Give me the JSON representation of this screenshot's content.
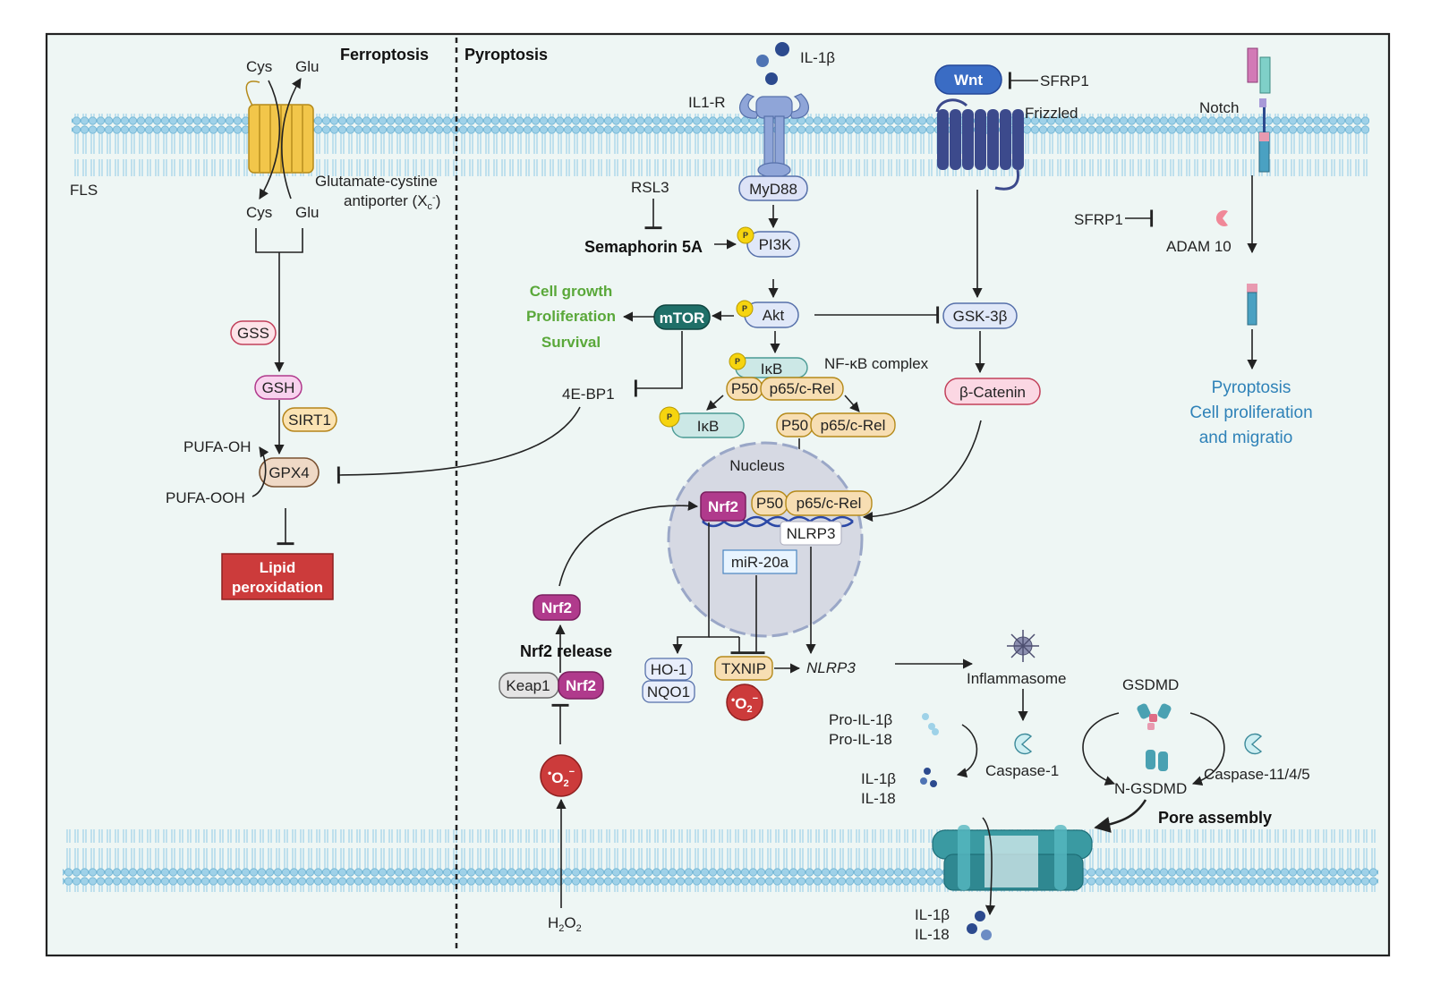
{
  "ferroptosis": {
    "heading": "Ferroptosis",
    "cell_label": "FLS",
    "cys_top": "Cys",
    "glu_top": "Glu",
    "cys_bottom": "Cys",
    "glu_bottom": "Glu",
    "antiporter_line1": "Glutamate-cystine",
    "antiporter_line2": "antiporter (X",
    "antiporter_sub": "c",
    "antiporter_sup": "-",
    "antiporter_end": ")",
    "gss": "GSS",
    "gsh": "GSH",
    "sirt1": "SIRT1",
    "gpx4": "GPX4",
    "pufa_oh": "PUFA-OH",
    "pufa_ooh": "PUFA-OOH",
    "lipid_line1": "Lipid",
    "lipid_line2": "peroxidation",
    "e4bp1": "4E-BP1"
  },
  "pyroptosis": {
    "heading": "Pyroptosis",
    "il1b": "IL-1β",
    "il1r": "IL1-R",
    "myd88": "MyD88",
    "rsl3": "RSL3",
    "sema5a": "Semaphorin 5A",
    "pi3k": "PI3K",
    "akt": "Akt",
    "mtor": "mTOR",
    "growth1": "Cell growth",
    "growth2": "Proliferation",
    "growth3": "Survival",
    "phospho": "P",
    "ikb": "IκB",
    "nfkb_complex": "NF-κB complex",
    "p50": "P50",
    "p65": "p65/c-Rel",
    "ikb_free": "IκB",
    "nucleus": "Nucleus",
    "nrf2_nuc": "Nrf2",
    "nlrp3_gene": "NLRP3",
    "mir20a": "miR-20a",
    "ho1": "HO-1",
    "nqo1": "NQO1",
    "txnip": "TXNIP",
    "nlrp3_prot": "NLRP3",
    "o2": "O",
    "o2_sub": "2",
    "o2_sup": "−",
    "o2_dot": "•",
    "nrf2_free": "Nrf2",
    "nrf2_release": "Nrf2 release",
    "keap1": "Keap1",
    "nrf2_bound": "Nrf2",
    "h2o2_h": "H",
    "h2o2_2a": "2",
    "h2o2_o": "O",
    "h2o2_2b": "2",
    "wnt": "Wnt",
    "sfrp1_a": "SFRP1",
    "frizzled": "Frizzled",
    "gsk3b": "GSK-3β",
    "bcatenin": "β-Catenin",
    "notch": "Notch",
    "sfrp1_b": "SFRP1",
    "adam10": "ADAM 10",
    "outcome1": "Pyroptosis",
    "outcome2": "Cell proliferation",
    "outcome3": "and migratio",
    "inflammasome": "Inflammasome",
    "pro_il1b": "Pro-IL-1β",
    "pro_il18": "Pro-IL-18",
    "il1b_mat": "IL-1β",
    "il18_mat": "IL-18",
    "caspase1": "Caspase-1",
    "gsdmd": "GSDMD",
    "ngsdmd": "N-GSDMD",
    "caspase11": "Caspase-11/4/5",
    "pore": "Pore assembly",
    "il1b_out": "IL-1β",
    "il18_out": "IL-18"
  },
  "colors": {
    "background": "#eef6f4",
    "membrane": "#9fd1e8",
    "nrf2": "#b03a8c",
    "mtor": "#1f6f68",
    "wnt": "#3a6cc4",
    "lipid": "#cc3b3b",
    "outcome_text": "#2f82b8",
    "growth_text": "#5aa83a"
  }
}
